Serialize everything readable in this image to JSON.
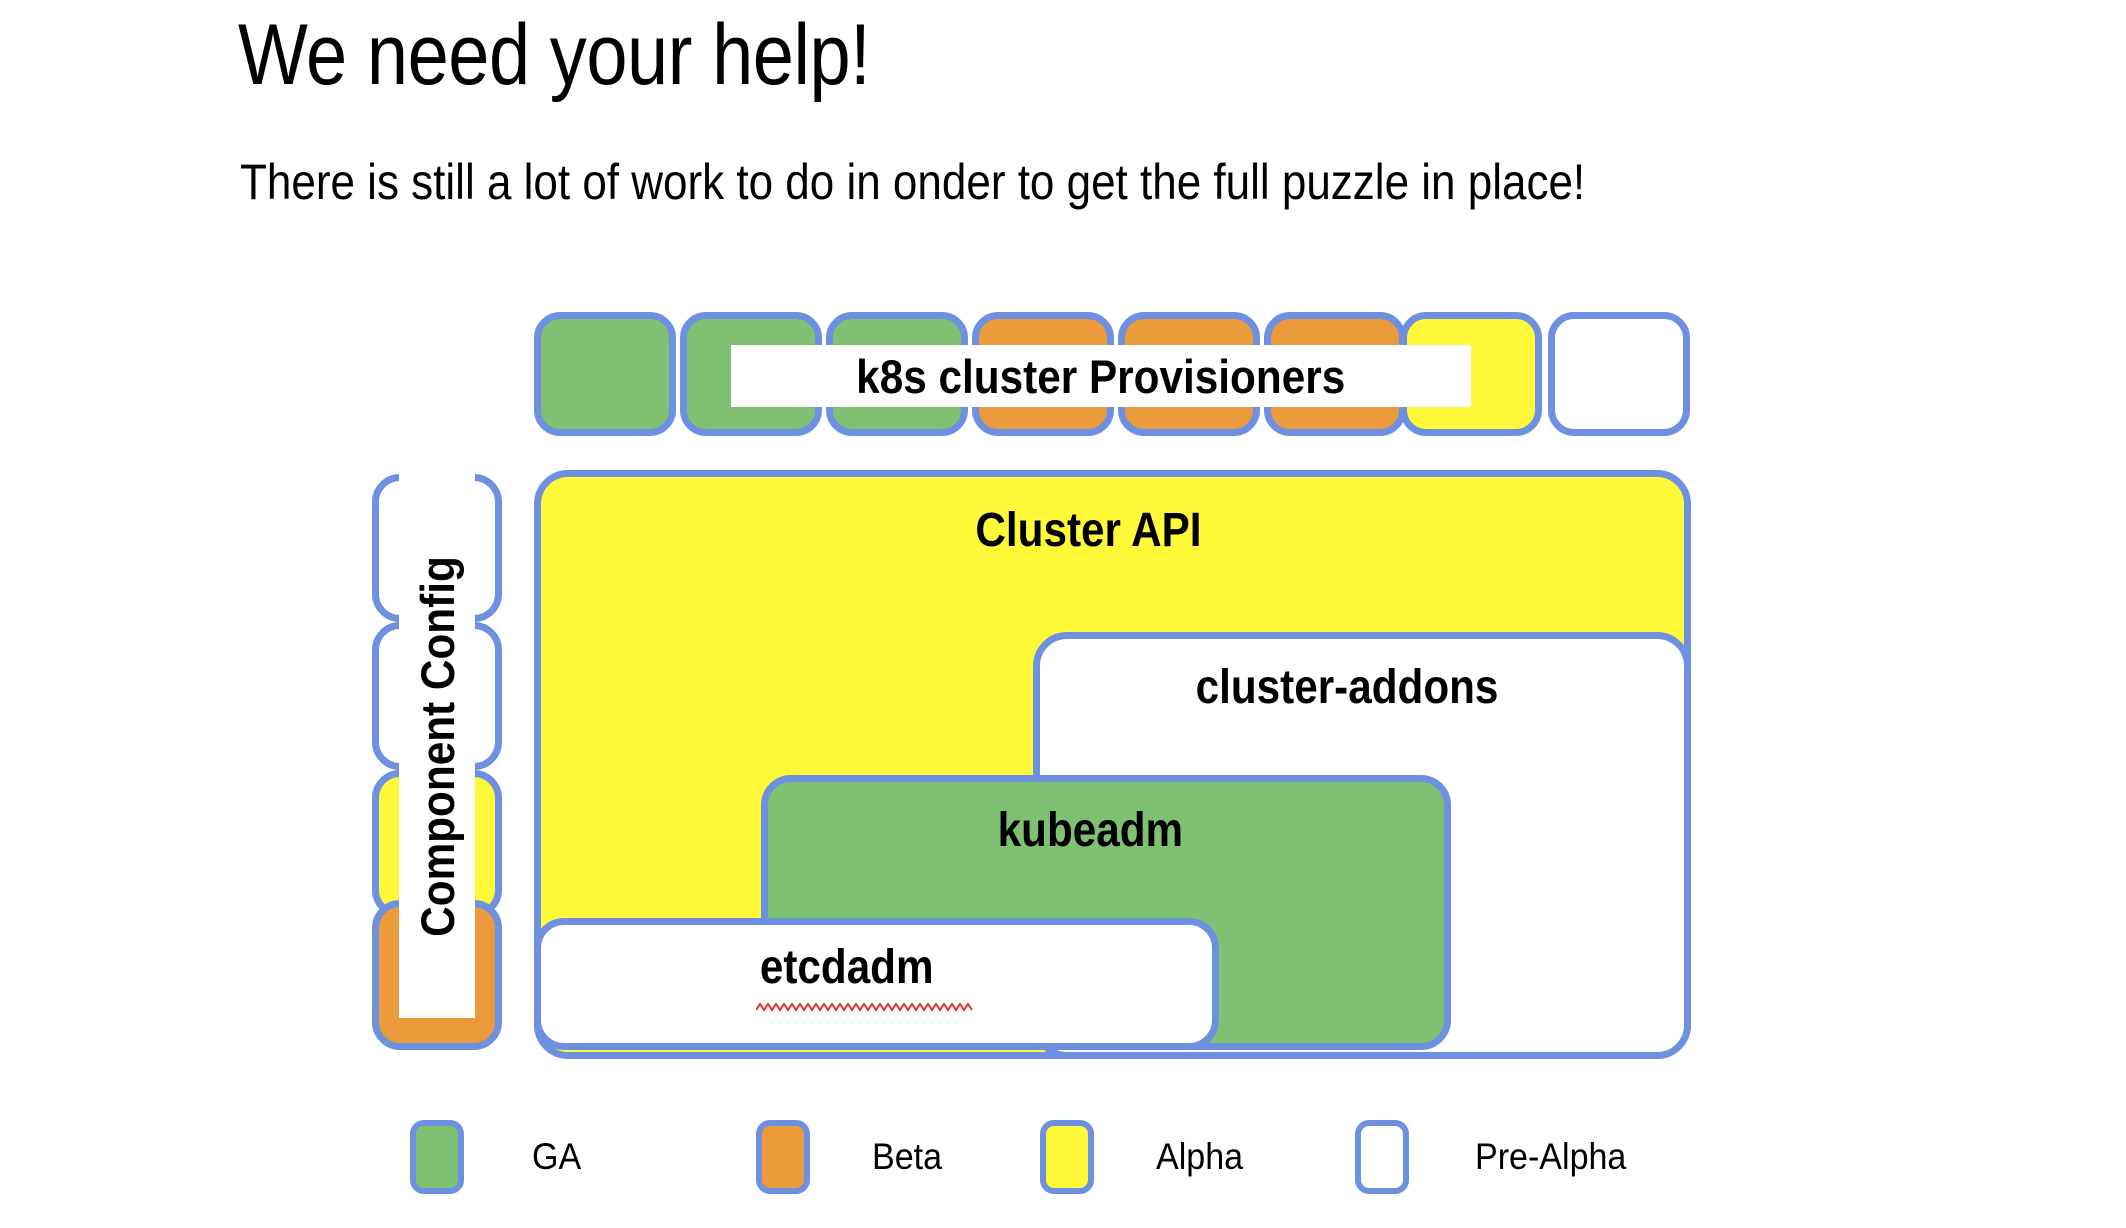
{
  "slide": {
    "title": "We need your help!",
    "subtitle": "There is still a lot of work to do in onder to get the full puzzle in place!"
  },
  "colors": {
    "ga_green": "#7FC072",
    "beta_orange": "#EB9A3C",
    "alpha_yellow": "#FFF93A",
    "pre_alpha_white": "#FFFFFF",
    "border_blue": "#6E90E0",
    "spellcheck_red": "#E2302A",
    "background": "#FFFFFF",
    "text": "#000000"
  },
  "diagram": {
    "provisioners_row": {
      "banner_label": "k8s cluster Provisioners",
      "boxes": [
        {
          "status": "GA",
          "color": "green"
        },
        {
          "status": "GA",
          "color": "green"
        },
        {
          "status": "GA",
          "color": "green"
        },
        {
          "status": "Beta",
          "color": "orange"
        },
        {
          "status": "Beta",
          "color": "orange"
        },
        {
          "status": "Beta",
          "color": "orange"
        },
        {
          "status": "Alpha",
          "color": "yellow"
        },
        {
          "status": "Pre-Alpha",
          "color": "white"
        }
      ]
    },
    "component_config": {
      "banner_label": "Component Config",
      "orientation": "vertical",
      "boxes": [
        {
          "status": "Pre-Alpha",
          "color": "white"
        },
        {
          "status": "Pre-Alpha",
          "color": "white"
        },
        {
          "status": "Alpha",
          "color": "yellow"
        },
        {
          "status": "Beta",
          "color": "orange"
        }
      ]
    },
    "blocks": [
      {
        "label": "Cluster API",
        "status": "Alpha",
        "color": "yellow"
      },
      {
        "label": "cluster-addons",
        "status": "Pre-Alpha",
        "color": "white"
      },
      {
        "label": "kubeadm",
        "status": "GA",
        "color": "green"
      },
      {
        "label": "etcdadm",
        "status": "Pre-Alpha",
        "color": "white",
        "spellcheck_underline": true
      }
    ]
  },
  "legend": {
    "items": [
      {
        "label": "GA",
        "color": "green"
      },
      {
        "label": "Beta",
        "color": "orange"
      },
      {
        "label": "Alpha",
        "color": "yellow"
      },
      {
        "label": "Pre-Alpha",
        "color": "white"
      }
    ]
  }
}
